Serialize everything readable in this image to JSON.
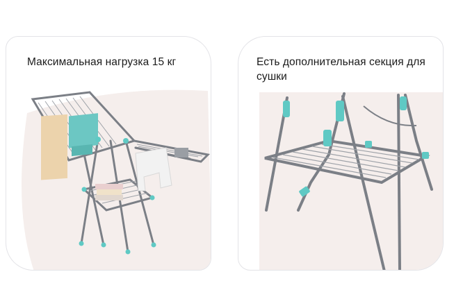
{
  "cards": [
    {
      "caption": "Максимальная нагрузка 15 кг",
      "image": "drying-rack-full-photo"
    },
    {
      "caption": "Есть дополнительная секция для сушки",
      "image": "drying-rack-lower-shelf-closeup"
    }
  ],
  "colors": {
    "frame": "#7b7f86",
    "accent": "#5fc9c4",
    "background": "#f3ece9",
    "border": "#e3e3e7"
  }
}
